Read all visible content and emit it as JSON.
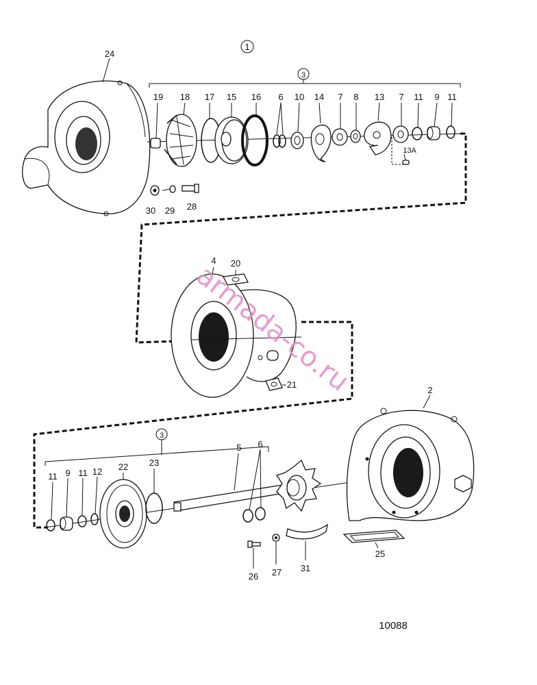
{
  "diagram": {
    "group_callouts": {
      "assembly": "1",
      "kit_upper": "3",
      "kit_lower": "3"
    },
    "labels": {
      "p24": "24",
      "p19": "19",
      "p18": "18",
      "p17": "17",
      "p15": "15",
      "p16": "16",
      "p6a": "6",
      "p10": "10",
      "p14": "14",
      "p7a": "7",
      "p8": "8",
      "p13": "13",
      "p7b": "7",
      "p11a": "11",
      "p9a": "9",
      "p11b": "11",
      "p13a": "13A",
      "p30": "30",
      "p29": "29",
      "p28": "28",
      "p4": "4",
      "p20": "20",
      "p21": "21",
      "p2": "2",
      "p11c": "11",
      "p9b": "9",
      "p11d": "11",
      "p12": "12",
      "p22": "22",
      "p23": "23",
      "p5": "5",
      "p6b": "6",
      "p25": "25",
      "p26": "26",
      "p27": "27",
      "p31": "31"
    },
    "document_number": "10088",
    "watermark": "armada-co.ru"
  }
}
